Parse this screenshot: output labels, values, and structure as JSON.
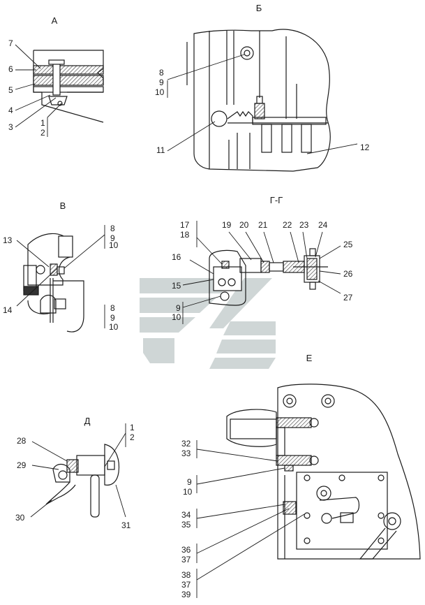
{
  "views": {
    "a": {
      "title": "А"
    },
    "b": {
      "title": "Б"
    },
    "v": {
      "title": "В"
    },
    "g": {
      "title": "Г-Г"
    },
    "d": {
      "title": "Д"
    },
    "e": {
      "title": "Е"
    }
  },
  "callouts": {
    "n1": "1",
    "n2": "2",
    "n3": "3",
    "n4": "4",
    "n5": "5",
    "n6": "6",
    "n7": "7",
    "n8": "8",
    "n9": "9",
    "n10": "10",
    "n11": "11",
    "n12": "12",
    "n13": "13",
    "n14": "14",
    "n15": "15",
    "n16": "16",
    "n17": "17",
    "n18": "18",
    "n19": "19",
    "n20": "20",
    "n21": "21",
    "n22": "22",
    "n23": "23",
    "n24": "24",
    "n25": "25",
    "n26": "26",
    "n27": "27",
    "n28": "28",
    "n29": "29",
    "n30": "30",
    "n31": "31",
    "n32": "32",
    "n33": "33",
    "n34": "34",
    "n35": "35",
    "n36": "36",
    "n37": "37",
    "n38": "38",
    "n39": "39"
  },
  "colors": {
    "line": "#1a1a1a",
    "watermark": "#cfd6d6",
    "hatch": "#555555"
  }
}
